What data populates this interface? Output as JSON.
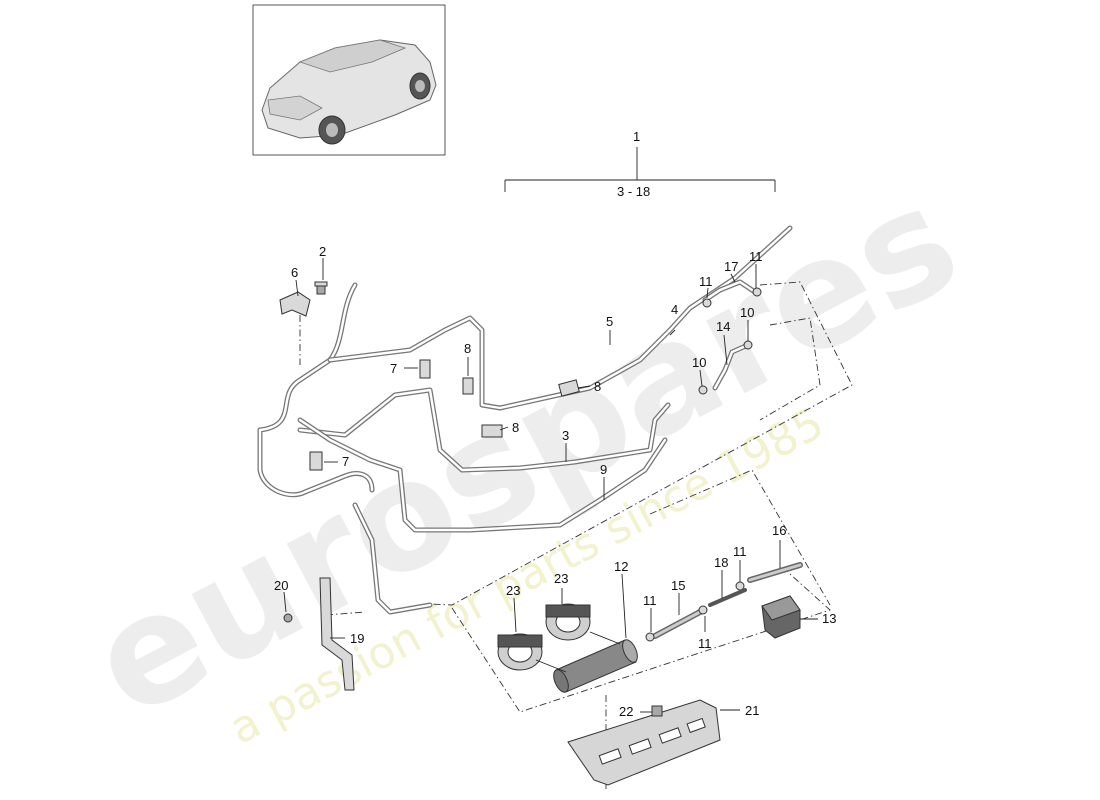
{
  "watermark": {
    "brand": "eurospares",
    "tagline": "a passion for parts since 1985"
  },
  "labels": [
    {
      "id": "1",
      "text": "1"
    },
    {
      "id": "range",
      "text": "3 - 18"
    },
    {
      "id": "2",
      "text": "2"
    },
    {
      "id": "6",
      "text": "6"
    },
    {
      "id": "11a",
      "text": "11"
    },
    {
      "id": "17",
      "text": "17"
    },
    {
      "id": "11b",
      "text": "11"
    },
    {
      "id": "4",
      "text": "4"
    },
    {
      "id": "5",
      "text": "5"
    },
    {
      "id": "14",
      "text": "14"
    },
    {
      "id": "10a",
      "text": "10"
    },
    {
      "id": "10b",
      "text": "10"
    },
    {
      "id": "7a",
      "text": "7"
    },
    {
      "id": "8a",
      "text": "8"
    },
    {
      "id": "8b",
      "text": "8"
    },
    {
      "id": "8c",
      "text": "8"
    },
    {
      "id": "3",
      "text": "3"
    },
    {
      "id": "7b",
      "text": "7"
    },
    {
      "id": "9",
      "text": "9"
    },
    {
      "id": "16",
      "text": "16"
    },
    {
      "id": "18",
      "text": "18"
    },
    {
      "id": "11c",
      "text": "11"
    },
    {
      "id": "12",
      "text": "12"
    },
    {
      "id": "23a",
      "text": "23"
    },
    {
      "id": "23b",
      "text": "23"
    },
    {
      "id": "15",
      "text": "15"
    },
    {
      "id": "11d",
      "text": "11"
    },
    {
      "id": "11e",
      "text": "11"
    },
    {
      "id": "13",
      "text": "13"
    },
    {
      "id": "20",
      "text": "20"
    },
    {
      "id": "19",
      "text": "19"
    },
    {
      "id": "22",
      "text": "22"
    },
    {
      "id": "21",
      "text": "21"
    }
  ]
}
